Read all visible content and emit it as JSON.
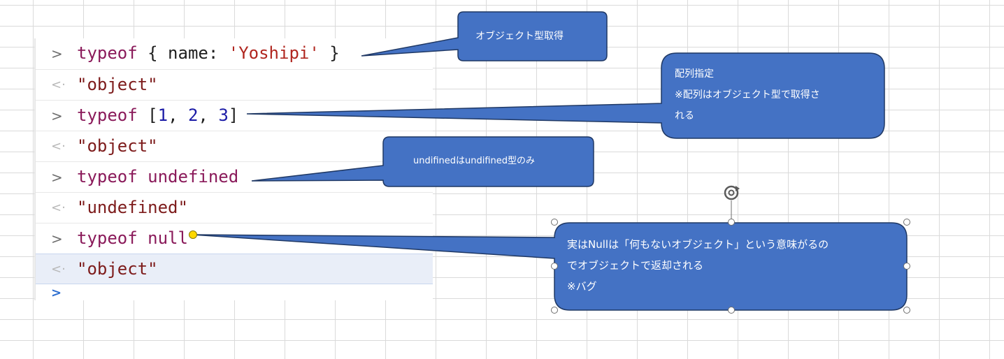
{
  "console": {
    "rows": [
      {
        "type": "input",
        "keyword": "typeof",
        "rest_pre": " { name: ",
        "string": "'Yoshipi'",
        "rest_post": " }"
      },
      {
        "type": "output",
        "value": "\"object\""
      },
      {
        "type": "input",
        "keyword": "typeof",
        "array_text": [
          " [",
          "1",
          ", ",
          "2",
          ", ",
          "3",
          "]"
        ]
      },
      {
        "type": "output",
        "value": "\"object\""
      },
      {
        "type": "input",
        "keyword": "typeof",
        "arg": "undefined"
      },
      {
        "type": "output",
        "value": "\"undefined\""
      },
      {
        "type": "input",
        "keyword": "typeof",
        "arg": "null"
      },
      {
        "type": "output",
        "value": "\"object\"",
        "selected": true
      }
    ],
    "input_marker": ">",
    "output_marker": "<·",
    "prompt_marker": ">"
  },
  "callouts": {
    "c1": {
      "text": "オブジェクト型取得"
    },
    "c2": {
      "lines": [
        "配列指定",
        "※配列はオブジェクト型で取得さ",
        "れる"
      ]
    },
    "c3": {
      "text": "undifinedはundifined型のみ"
    },
    "c4": {
      "lines": [
        "実はNullは「何もないオブジェクト」という意味がるの",
        "でオブジェクトで返却される",
        "※バグ"
      ]
    }
  },
  "colors": {
    "callout_fill": "#4472c4",
    "callout_border": "#1f3864",
    "keyword": "#8a1a5a",
    "string": "#b0261f",
    "number": "#1a1aa6"
  },
  "icons": {
    "rotate": "rotate-handle-icon"
  }
}
